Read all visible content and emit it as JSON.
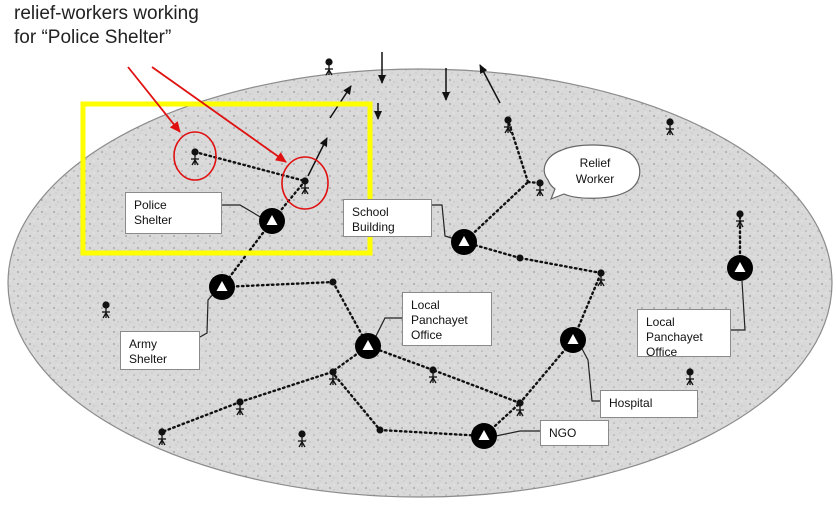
{
  "caption": {
    "line1": "relief-workers working",
    "line2": "for “Police Shelter”"
  },
  "labels": {
    "police_shelter": "Police\nShelter",
    "school_building": "School\nBuilding",
    "relief_worker": "Relief\nWorker",
    "army_shelter": "Army\nShelter",
    "local_panchayet_office_center": "Local\nPanchayet\nOffice",
    "local_panchayet_office_right": "Local\nPanchayet\nOffice",
    "hospital": "Hospital",
    "ngo": "NGO"
  },
  "colors": {
    "ground": "#d9d9d9",
    "highlight_box": "#ffff00",
    "annotation": "#e01010",
    "node": "#000000",
    "link": "#111111"
  },
  "icons": {
    "shelter_node": "triangle-in-circle-icon",
    "worker": "person-icon",
    "movement": "arrow-icon"
  }
}
